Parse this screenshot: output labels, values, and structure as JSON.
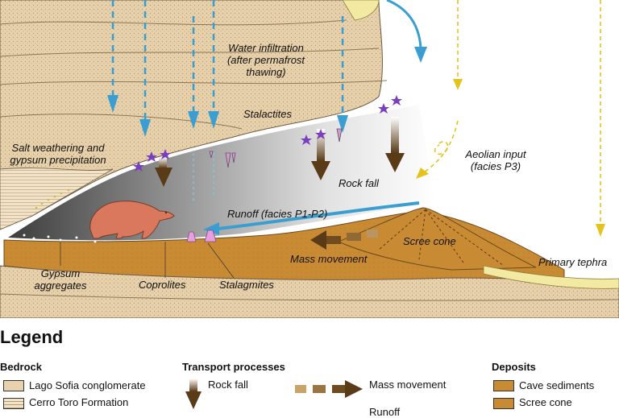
{
  "labels": {
    "water_infiltration": "Water infiltration (after permafrost thawing)",
    "stalactites": "Stalactites",
    "salt_weathering": "Salt weathering and gypsum precipitation",
    "aeolian_input": "Aeolian input (facies P3)",
    "rock_fall": "Rock fall",
    "runoff": "Runoff (facies P1-P2)",
    "scree_cone": "Scree cone",
    "mass_movement": "Mass movement",
    "primary_tephra": "Primary tephra",
    "gypsum_aggregates": "Gypsum aggregates",
    "coprolites": "Coprolites",
    "stalagmites": "Stalagmites"
  },
  "legend": {
    "title": "Legend",
    "bedrock": {
      "heading": "Bedrock",
      "items": [
        "Lago Sofia conglomerate",
        "Cerro Toro Formation"
      ]
    },
    "transport": {
      "heading": "Transport processes",
      "rock_fall": "Rock fall",
      "mass_movement": "Mass movement",
      "runoff": "Runoff"
    },
    "deposits": {
      "heading": "Deposits",
      "items": [
        "Cave sediments",
        "Scree cone"
      ]
    }
  },
  "colors": {
    "bedrock": "#e8d2ad",
    "cave_sediment": "#c98a34",
    "water": "#3a9fd0",
    "arrow_brown": "#5a3b17",
    "tephra": "#f2eaa3",
    "aeolian": "#e4c31d",
    "animal": "#d9785c",
    "stalagmite": "#d9a0d9",
    "gypsum_star": "#7b3ec0"
  },
  "icons": [
    "star-icon",
    "rock-fall-arrow-icon",
    "mass-movement-arrow-icon",
    "runoff-arrow-icon",
    "ground-sloth-icon"
  ]
}
